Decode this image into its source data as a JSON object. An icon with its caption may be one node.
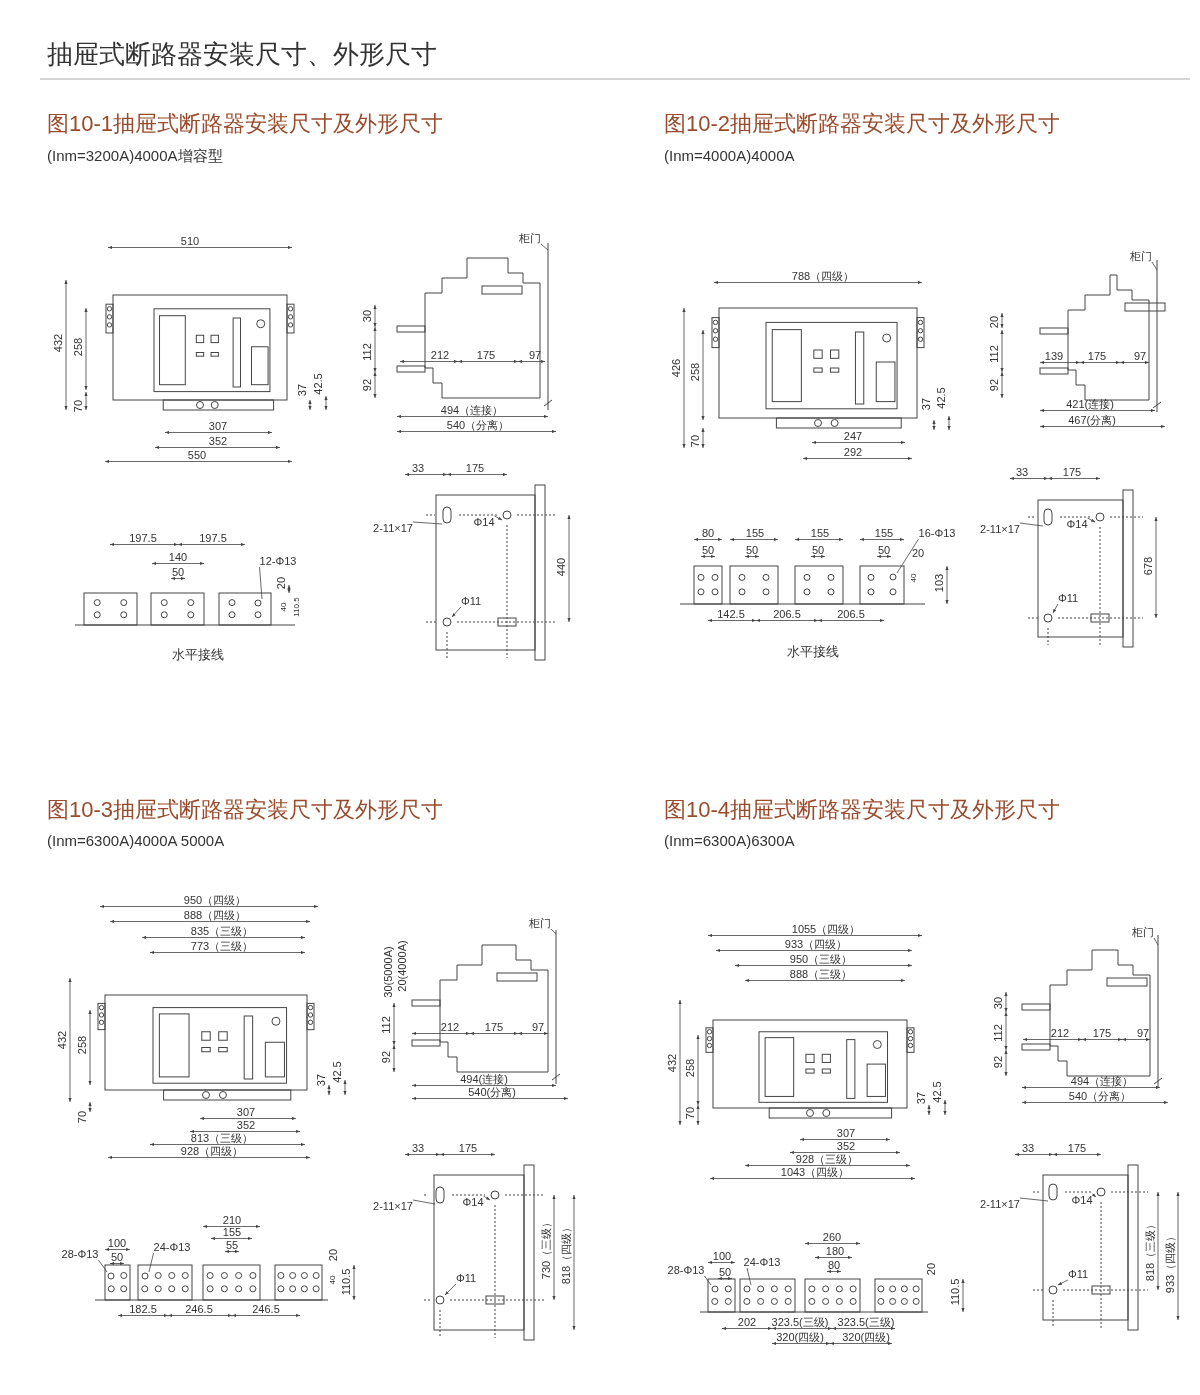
{
  "diagram": {
    "title": "抽屉式断路器安装尺寸、外形尺寸",
    "nodes": [
      {
        "text": [
          "柜门"
        ]
      },
      {
        "text": [
          "12-Φ13"
        ]
      },
      {
        "text": [
          "2-11×17"
        ]
      },
      {
        "text": [
          "Φ14"
        ]
      },
      {
        "text": [
          "Φ11"
        ]
      },
      {
        "text": [
          "柜门"
        ]
      },
      {
        "text": [
          "16-Φ13"
        ]
      },
      {
        "text": [
          "2-11×17"
        ]
      },
      {
        "text": [
          "Φ14"
        ]
      },
      {
        "text": [
          "Φ11"
        ]
      },
      {
        "text": [
          "柜门"
        ]
      },
      {
        "text": [
          "28-Φ13"
        ]
      },
      {
        "text": [
          "24-Φ13"
        ]
      },
      {
        "text": [
          "2-11×17"
        ]
      },
      {
        "text": [
          "Φ14"
        ]
      },
      {
        "text": [
          "Φ11"
        ]
      },
      {
        "text": [
          "柜门"
        ]
      },
      {
        "text": [
          "28-Φ13"
        ]
      },
      {
        "text": [
          "24-Φ13"
        ]
      },
      {
        "text": [
          "2-11×17"
        ]
      },
      {
        "text": [
          "Φ14"
        ]
      },
      {
        "text": [
          "Φ11"
        ]
      },
      {
        "text": [],
        "shape": "circle"
      },
      {
        "text": [],
        "shape": "slot"
      },
      {
        "text": [],
        "shape": "circle"
      },
      {
        "text": [],
        "shape": "circle"
      },
      {
        "text": [],
        "shape": "circle"
      },
      {
        "text": [],
        "shape": "slot"
      },
      {
        "text": [],
        "shape": "circle"
      },
      {
        "text": [],
        "shape": "circle"
      },
      {
        "text": [],
        "shape": "circle"
      },
      {
        "text": [],
        "shape": "circle"
      },
      {
        "text": [],
        "shape": "slot"
      },
      {
        "text": [],
        "shape": "circle"
      },
      {
        "text": [],
        "shape": "circle"
      },
      {
        "text": [],
        "shape": "circle"
      },
      {
        "text": [],
        "shape": "circle"
      },
      {
        "text": [],
        "shape": "slot"
      },
      {
        "text": [],
        "shape": "circle"
      },
      {
        "text": [],
        "shape": "circle"
      }
    ],
    "edges": [
      {
        "from": 0,
        "to": null,
        "arrow": "none"
      },
      {
        "from": 1,
        "to": 22,
        "arrow": "none"
      },
      {
        "from": 2,
        "to": 23,
        "arrow": "none"
      },
      {
        "from": 3,
        "to": 24,
        "arrow": "to"
      },
      {
        "from": 4,
        "to": 25,
        "arrow": "to"
      },
      {
        "from": 5,
        "to": null,
        "arrow": "none"
      },
      {
        "from": 6,
        "to": 26,
        "arrow": "none"
      },
      {
        "from": 7,
        "to": 27,
        "arrow": "none"
      },
      {
        "from": 8,
        "to": 28,
        "arrow": "to"
      },
      {
        "from": 9,
        "to": 29,
        "arrow": "to"
      },
      {
        "from": 10,
        "to": null,
        "arrow": "none"
      },
      {
        "from": 11,
        "to": 30,
        "arrow": "none"
      },
      {
        "from": 12,
        "to": 31,
        "arrow": "none"
      },
      {
        "from": 13,
        "to": 32,
        "arrow": "none"
      },
      {
        "from": 14,
        "to": 33,
        "arrow": "to"
      },
      {
        "from": 15,
        "to": 34,
        "arrow": "to"
      },
      {
        "from": 16,
        "to": null,
        "arrow": "none"
      },
      {
        "from": 17,
        "to": 35,
        "arrow": "none"
      },
      {
        "from": 18,
        "to": 36,
        "arrow": "none"
      },
      {
        "from": 19,
        "to": 37,
        "arrow": "none"
      },
      {
        "from": 20,
        "to": 38,
        "arrow": "to"
      },
      {
        "from": 21,
        "to": 39,
        "arrow": "to"
      }
    ],
    "labels": [
      "图10-1抽屉式断路器安装尺寸及外形尺寸",
      "(Inm=3200A)4000A增容型",
      "510",
      "432",
      "258",
      "70",
      "37",
      "42.5",
      "307",
      "352",
      "550",
      "30",
      "112",
      "92",
      "212",
      "175",
      "97",
      "494（连接）",
      "540（分离）",
      "197.5",
      "197.5",
      "140",
      "50",
      "20",
      "40",
      "110.5",
      "水平接线",
      "33",
      "175",
      "440",
      "图10-2抽屉式断路器安装尺寸及外形尺寸",
      "(Inm=4000A)4000A",
      "788（四级）",
      "426",
      "258",
      "70",
      "37",
      "42.5",
      "247",
      "292",
      "20",
      "112",
      "92",
      "139",
      "175",
      "97",
      "421(连接)",
      "467(分离)",
      "80",
      "155",
      "155",
      "155",
      "50",
      "50",
      "50",
      "50",
      "20",
      "40",
      "103",
      "142.5",
      "206.5",
      "206.5",
      "水平接线",
      "33",
      "175",
      "678",
      "图10-3抽屉式断路器安装尺寸及外形尺寸",
      "(Inm=6300A)4000A 5000A",
      "950（四级）",
      "888（四级）",
      "835（三级）",
      "773（三级）",
      "432",
      "258",
      "70",
      "37",
      "42.5",
      "307",
      "352",
      "813（三级）",
      "928（四级）",
      "30(5000A)",
      "20(4000A)",
      "112",
      "92",
      "212",
      "175",
      "97",
      "494(连接)",
      "540(分离)",
      "100",
      "50",
      "210",
      "155",
      "55",
      "20",
      "40",
      "110.5",
      "182.5",
      "246.5",
      "246.5",
      "33",
      "175",
      "730（三级）",
      "818（四级）",
      "图10-4抽屉式断路器安装尺寸及外形尺寸",
      "(Inm=6300A)6300A",
      "1055（四级）",
      "933（四级）",
      "950（三级）",
      "888（三级）",
      "432",
      "258",
      "70",
      "37",
      "42.5",
      "307",
      "352",
      "928（三级）",
      "1043（四级）",
      "30",
      "112",
      "92",
      "212",
      "175",
      "97",
      "494（连接）",
      "540（分离）",
      "100",
      "50",
      "260",
      "180",
      "80",
      "20",
      "110.5",
      "202",
      "323.5(三级)",
      "323.5(三级)",
      "320(四级)",
      "320(四级)",
      "33",
      "175",
      "818（三级）",
      "933（四级）"
    ]
  }
}
